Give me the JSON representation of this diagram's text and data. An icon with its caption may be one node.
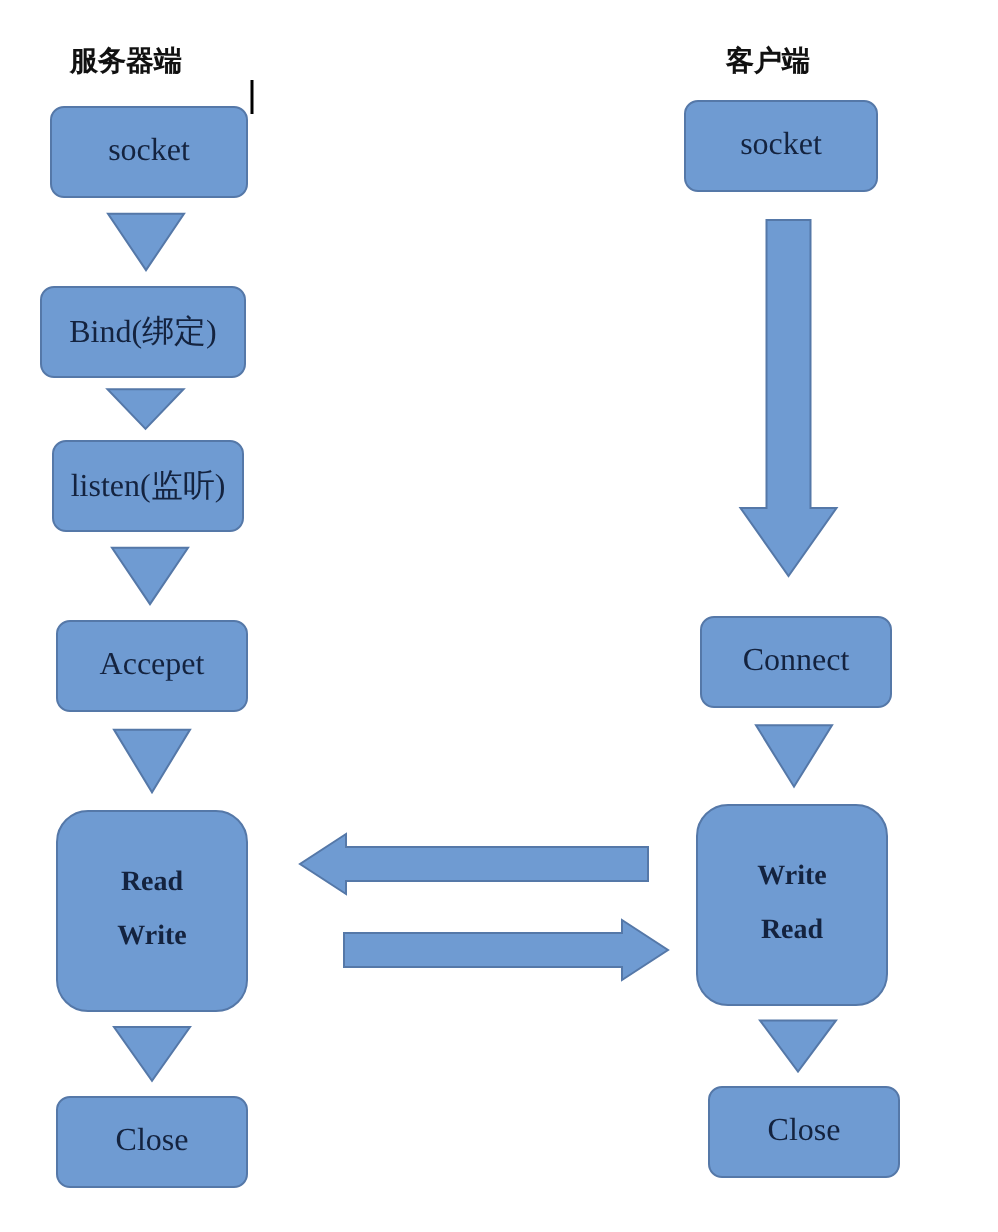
{
  "diagram": {
    "nodes": [
      {
        "text": [
          "socket"
        ]
      },
      {
        "text": [
          "Bind(绑定)"
        ]
      },
      {
        "text": [
          "listen(监听)"
        ]
      },
      {
        "text": [
          "Accepet"
        ]
      },
      {
        "text": [
          "Read",
          "Write"
        ]
      },
      {
        "text": [
          "Close"
        ]
      },
      {
        "text": [
          "socket"
        ]
      },
      {
        "text": [
          "Connect"
        ]
      },
      {
        "text": [
          "Write",
          "Read"
        ]
      },
      {
        "text": [
          "Close"
        ]
      }
    ],
    "edges": [
      {
        "from": 0,
        "to": 1,
        "arrow": "to"
      },
      {
        "from": 1,
        "to": 2,
        "arrow": "to"
      },
      {
        "from": 2,
        "to": 3,
        "arrow": "to"
      },
      {
        "from": 3,
        "to": 4,
        "arrow": "to"
      },
      {
        "from": 4,
        "to": 5,
        "arrow": "to"
      },
      {
        "from": 6,
        "to": 7,
        "arrow": "to"
      },
      {
        "from": 7,
        "to": 8,
        "arrow": "to"
      },
      {
        "from": 8,
        "to": 9,
        "arrow": "to"
      },
      {
        "from": 8,
        "to": 4,
        "arrow": "to"
      },
      {
        "from": 4,
        "to": 8,
        "arrow": "to"
      }
    ],
    "labels": [
      "服务器端",
      "客户端"
    ]
  }
}
